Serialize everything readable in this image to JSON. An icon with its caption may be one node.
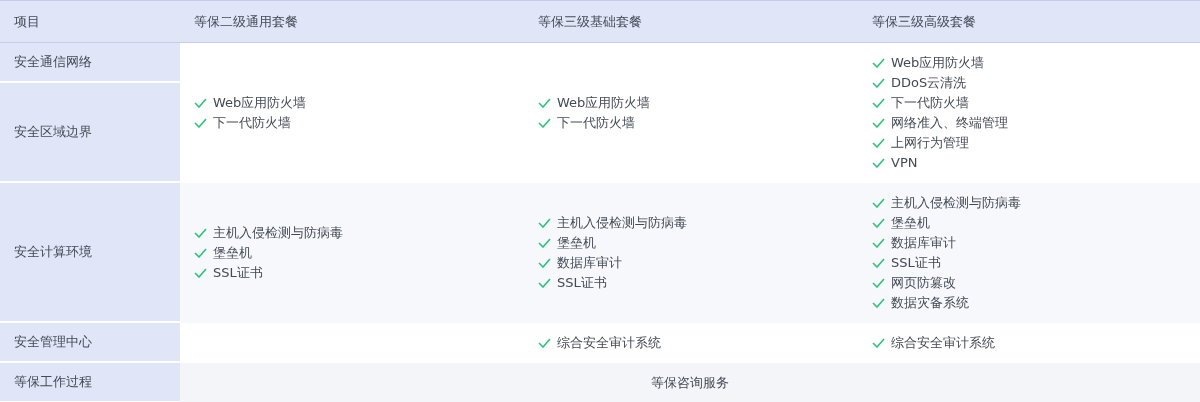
{
  "diagram": {
    "labels": [
      "项目",
      "等保二级通用套餐",
      "等保三级基础套餐",
      "等保三级高级套餐",
      "安全通信网络",
      "Web应用防火墙",
      "下一代防火墙",
      "Web应用防火墙",
      "下一代防火墙",
      "Web应用防火墙",
      "DDoS云清洗",
      "下一代防火墙",
      "网络准入、终端管理",
      "上网行为管理",
      "VPN",
      "安全区域边界",
      "安全计算环境",
      "主机入侵检测与防病毒",
      "堡垒机",
      "SSL证书",
      "主机入侵检测与防病毒",
      "堡垒机",
      "数据库审计",
      "SSL证书",
      "主机入侵检测与防病毒",
      "堡垒机",
      "数据库审计",
      "SSL证书",
      "网页防篡改",
      "数据灾备系统",
      "安全管理中心",
      "综合安全审计系统",
      "综合安全审计系统",
      "等保工作过程",
      "等保咨询服务"
    ]
  }
}
